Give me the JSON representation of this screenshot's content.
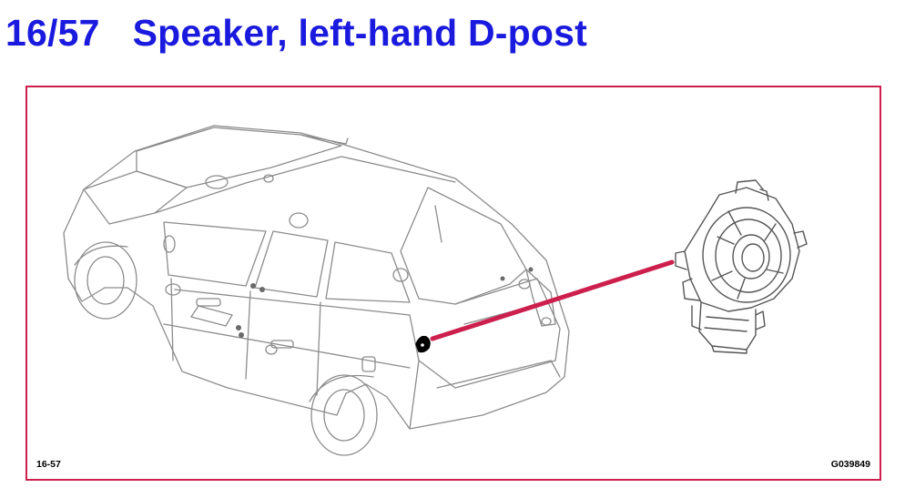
{
  "header": {
    "number": "16/57",
    "title": "Speaker, left-hand D-post"
  },
  "figure": {
    "ref_left": "16-57",
    "ref_right": "G039849"
  },
  "colors": {
    "title": "#1a1adf",
    "frame_border": "#cc1f4e",
    "leader_line": "#cc1f4e",
    "line_art": "#8a8a8a",
    "speaker_marker": "#000000"
  },
  "icons": {
    "vehicle": "suv-rear-three-quarter-illustration",
    "component": "speaker-component-illustration",
    "location_marker": "speaker-location-marker"
  }
}
